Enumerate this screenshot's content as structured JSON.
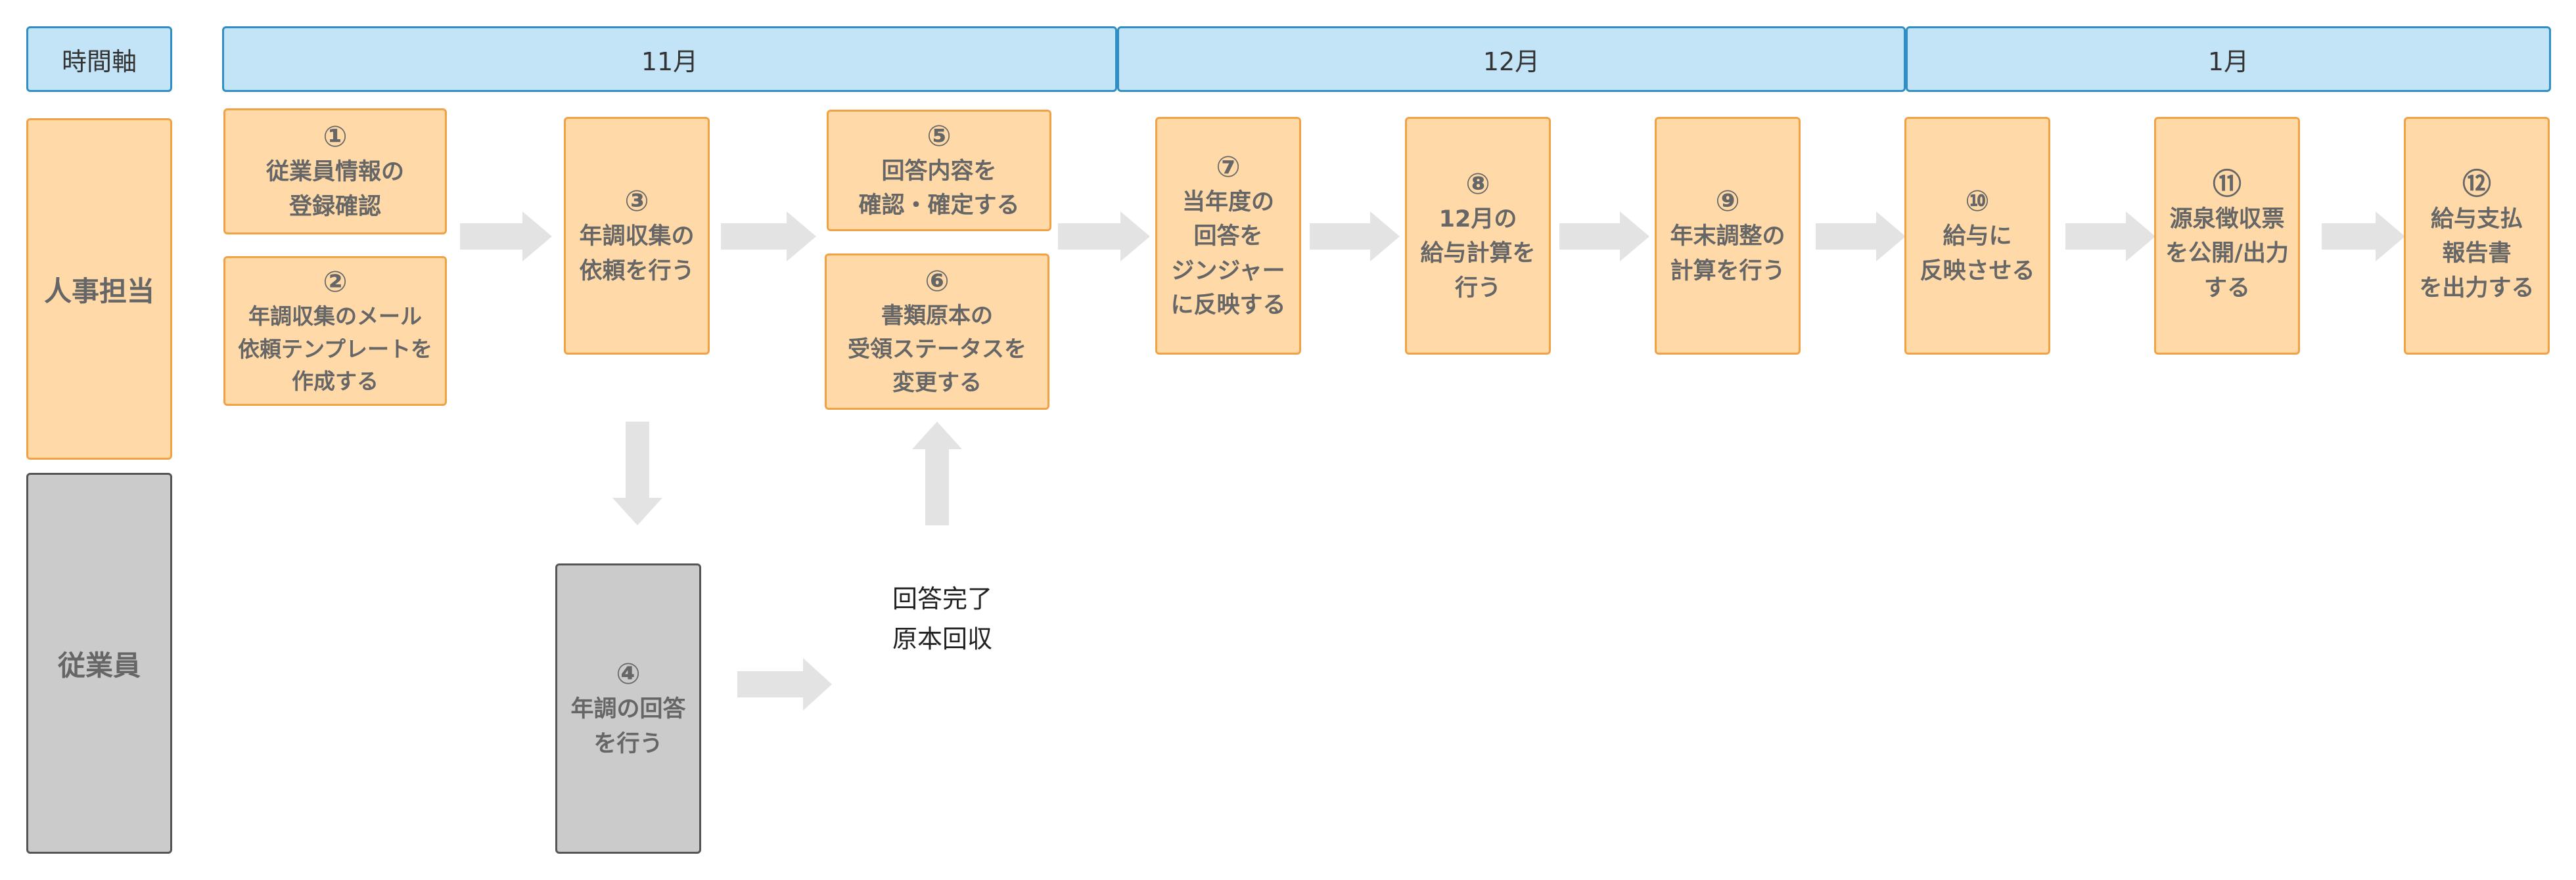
{
  "time_axis": {
    "label": "時間軸",
    "periods": [
      "11月",
      "12月",
      "1月"
    ]
  },
  "lanes": {
    "hr": "人事担当",
    "employee": "従業員"
  },
  "steps": [
    {
      "num": "①",
      "text": "従業員情報の\n登録確認"
    },
    {
      "num": "②",
      "text": "年調収集のメール\n依頼テンプレートを\n作成する"
    },
    {
      "num": "③",
      "text": "年調収集の\n依頼を行う"
    },
    {
      "num": "④",
      "text": "年調の回答\nを行う"
    },
    {
      "num": "⑤",
      "text": "回答内容を\n確認・確定する"
    },
    {
      "num": "⑥",
      "text": "書類原本の\n受領ステータスを\n変更する"
    },
    {
      "num": "⑦",
      "text": "当年度の\n回答を\nジンジャー\nに反映する"
    },
    {
      "num": "⑧",
      "text": "12月の\n給与計算を\n行う"
    },
    {
      "num": "⑨",
      "text": "年末調整の\n計算を行う"
    },
    {
      "num": "⑩",
      "text": "給与に\n反映させる"
    },
    {
      "num": "⑪",
      "text": "源泉徴収票\nを公開/出力\nする"
    },
    {
      "num": "⑫",
      "text": "給与支払\n報告書\nを出力する"
    }
  ],
  "note": "回答完了\n原本回収",
  "colors": {
    "time_fill": "#c3e4f7",
    "time_border": "#2f8fc4",
    "hr_fill": "#ffdaa8",
    "hr_border": "#f0a244",
    "employee_fill": "#cbcbcb",
    "employee_border": "#555555",
    "arrow": "#e3e3e3"
  }
}
